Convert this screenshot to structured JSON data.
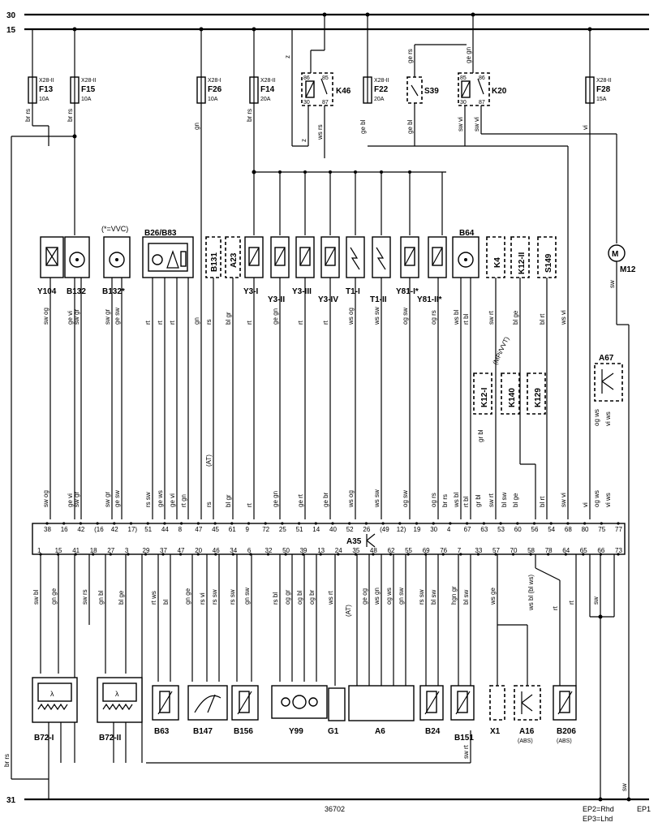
{
  "rails": {
    "r30": "30",
    "r15": "15",
    "r31": "31"
  },
  "fuses": [
    {
      "holder": "X28-II",
      "id": "F13",
      "rating": "10A"
    },
    {
      "holder": "X28-II",
      "id": "F15",
      "rating": "10A"
    },
    {
      "holder": "X28-I",
      "id": "F26",
      "rating": "10A"
    },
    {
      "holder": "X28-II",
      "id": "F14",
      "rating": "20A"
    },
    {
      "holder": "X28-II",
      "id": "F22",
      "rating": "20A"
    },
    {
      "holder": "X28-II",
      "id": "F28",
      "rating": "15A"
    }
  ],
  "relays": [
    {
      "id": "K46",
      "pins": [
        "86",
        "85",
        "30",
        "87"
      ]
    },
    {
      "id": "K20",
      "pins": [
        "85",
        "86",
        "30",
        "87"
      ]
    }
  ],
  "switch": {
    "id": "S39"
  },
  "top_components": [
    "Y104",
    "B132",
    "B132*",
    "B26/B83",
    "B131",
    "A23",
    "Y3-I",
    "Y3-II",
    "Y3-III",
    "Y3-IV",
    "T1-I",
    "T1-II",
    "Y81-I*",
    "Y81-II*",
    "B64",
    "K4",
    "K12-II",
    "S149"
  ],
  "top_note": "(*=VVC)",
  "motor": {
    "id": "M12",
    "symbol": "M"
  },
  "mid_components": [
    "K12-I",
    "K140",
    "K129",
    "A67"
  ],
  "ecu": {
    "id": "A35"
  },
  "ecu_top_pins": [
    "38",
    "16",
    "42",
    "(16",
    "42",
    "17)",
    "51",
    "44",
    "8",
    "47",
    "45",
    "61",
    "9",
    "72",
    "25",
    "51",
    "14",
    "40",
    "52",
    "26",
    "(49",
    "12)",
    "19",
    "30",
    "4",
    "67",
    "63",
    "53",
    "60",
    "56",
    "54",
    "68",
    "80",
    "75",
    "77"
  ],
  "ecu_bottom_pins": [
    "1",
    "15",
    "41",
    "18",
    "27",
    "3",
    "29",
    "37",
    "47",
    "20",
    "46",
    "34",
    "6",
    "32",
    "50",
    "39",
    "13",
    "24",
    "35",
    "48",
    "62",
    "55",
    "69",
    "76",
    "7",
    "33",
    "57",
    "70",
    "58",
    "78",
    "64",
    "65",
    "66",
    "73"
  ],
  "bottom_components": [
    {
      "id": "B72-I",
      "sub": ""
    },
    {
      "id": "B72-II",
      "sub": ""
    },
    {
      "id": "B63",
      "sub": ""
    },
    {
      "id": "B147",
      "sub": ""
    },
    {
      "id": "B156",
      "sub": ""
    },
    {
      "id": "Y99",
      "sub": ""
    },
    {
      "id": "G1",
      "sub": ""
    },
    {
      "id": "A6",
      "sub": ""
    },
    {
      "id": "B24",
      "sub": ""
    },
    {
      "id": "B151",
      "sub": ""
    },
    {
      "id": "X1",
      "sub": ""
    },
    {
      "id": "A16",
      "sub": "(ABS)"
    },
    {
      "id": "B206",
      "sub": "(ABS)"
    }
  ],
  "wire_labels_top": [
    "br rs",
    "br rs",
    "gn",
    "br rs",
    "ge bl",
    "ge bl",
    "sw vi",
    "sw vi",
    "vi",
    "z",
    "ws rs",
    "z",
    "ge gn",
    "ge rs"
  ],
  "wire_labels_mid": [
    "sw og",
    "ge vi",
    "sw gr",
    "sw gr",
    "ge sw",
    "rt",
    "rt",
    "rt",
    "gn",
    "rs",
    "bl gr",
    "rt",
    "ge gn",
    "rt",
    "rt",
    "ws og",
    "ws sw",
    "og sw",
    "og rs",
    "ws bl",
    "rt bl",
    "gr bl",
    "sw rt",
    "bl ge",
    "bl rt",
    "ws vi",
    "og ws",
    "vi ws",
    "sw"
  ],
  "wire_labels_low": [
    "sw og",
    "ge vi",
    "sw gr",
    "sw gr",
    "ge sw",
    "rs sw",
    "ge ws",
    "ge vi",
    "rt gn",
    "rt",
    "gn",
    "rs",
    "bl gr",
    "rt",
    "ge gn",
    "ge rt",
    "ge br",
    "ws og",
    "ws sw",
    "og sw",
    "og rs",
    "br rs",
    "ws bl",
    "rt bl",
    "gr bl",
    "sw rt",
    "bl sw",
    "bl ge",
    "bl rt",
    "sw vi",
    "vi",
    "og ws",
    "vi ws"
  ],
  "wire_labels_bottom": [
    "sw bl",
    "gn ge",
    "sw rs",
    "gn bl",
    "bl ge",
    "rt ws",
    "bl",
    "gn ge",
    "rs vi",
    "rs sw",
    "rs sw",
    "gn sw",
    "rs bl",
    "og gr",
    "og bl",
    "og br",
    "ws rt",
    "ge og",
    "ws gn",
    "og ws",
    "gn sw",
    "rs sw",
    "bl sw",
    "hgn gr",
    "bl sw",
    "ws ge",
    "ws bl (bl ws)",
    "rt",
    "rt",
    "sw",
    "sw"
  ],
  "annotations": [
    "(AT)",
    "(AT)",
    "(MPi/VVT)"
  ],
  "footer": {
    "code": "36702",
    "ep1": "EP1",
    "ep2": "EP2=Rhd",
    "ep3": "EP3=Lhd"
  }
}
